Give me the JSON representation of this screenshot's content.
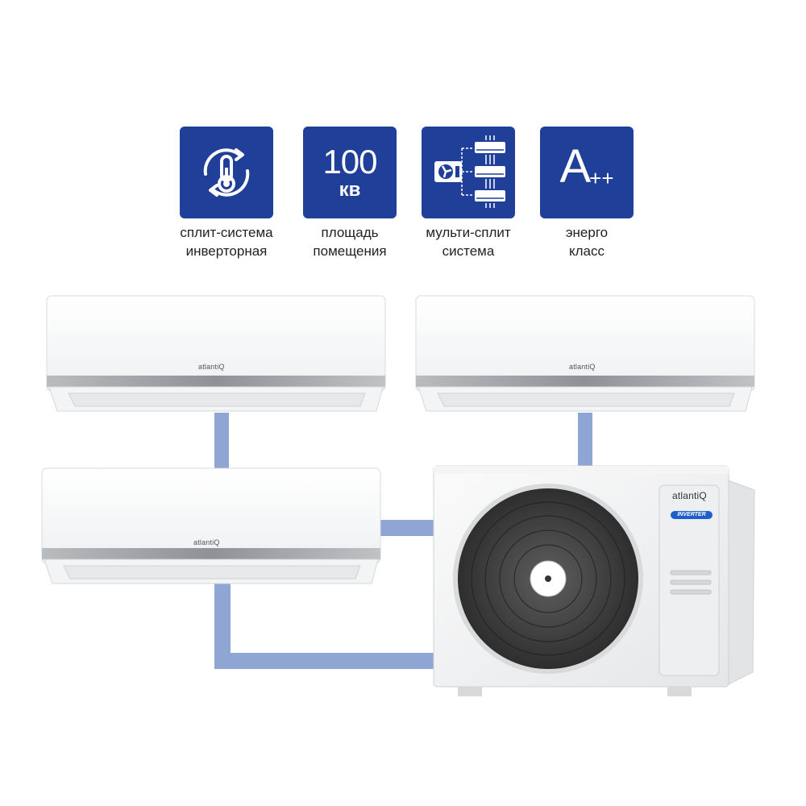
{
  "features": [
    {
      "icon": "thermometer-cycle-icon",
      "caption_line1": "сплит-система",
      "caption_line2": "инверторная"
    },
    {
      "value": "100",
      "unit": "кв",
      "caption_line1": "площадь",
      "caption_line2": "помещения"
    },
    {
      "icon": "multi-split-icon",
      "caption_line1": "мульти-сплит",
      "caption_line2": "система"
    },
    {
      "class_letter": "A",
      "class_plus": "++",
      "caption_line1": "энерго",
      "caption_line2": "класс"
    }
  ],
  "product": {
    "brand": "atlantiQ",
    "badge": "INVERTER"
  },
  "colors": {
    "badge_blue": "#1f3f99",
    "pipe_blue": "#8fa5d4"
  }
}
